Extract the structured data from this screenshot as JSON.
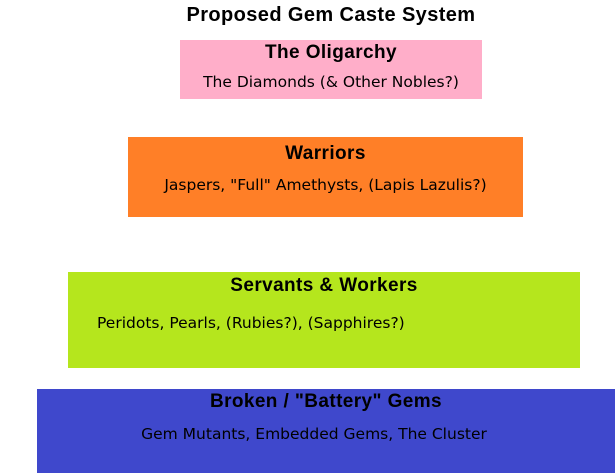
{
  "page": {
    "title": "Proposed Gem Caste System",
    "background_color": "#ffffff",
    "text_color": "#000000"
  },
  "tiers": [
    {
      "id": "oligarchy",
      "name": "The Oligarchy",
      "members": "The Diamonds (& Other Nobles?)",
      "color": "#ffaec9"
    },
    {
      "id": "warriors",
      "name": "Warriors",
      "members": "Jaspers, \"Full\" Amethysts, (Lapis Lazulis?)",
      "color": "#ff7f27"
    },
    {
      "id": "servants-workers",
      "name": "Servants & Workers",
      "members": "Peridots, Pearls, (Rubies?), (Sapphires?)",
      "color": "#b5e61d"
    },
    {
      "id": "broken-battery-gems",
      "name": "Broken / \"Battery\" Gems",
      "members": "Gem Mutants, Embedded Gems, The Cluster",
      "color": "#3f48cc"
    }
  ]
}
